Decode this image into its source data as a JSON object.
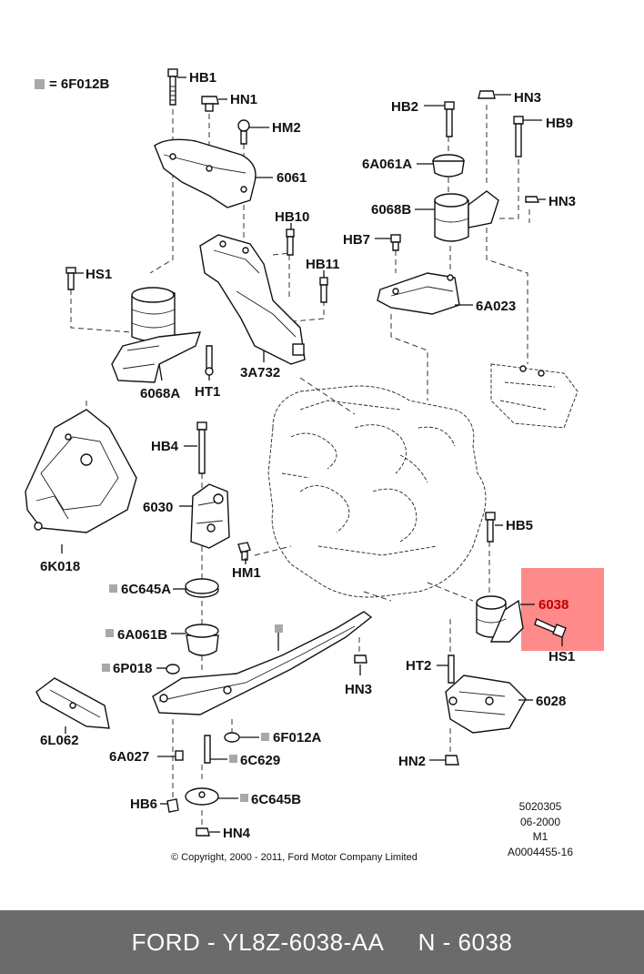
{
  "legend": {
    "text": "= 6F012B",
    "swatch_color": "#a8a8a8"
  },
  "labels": {
    "HB1": "HB1",
    "HN1": "HN1",
    "HM2": "HM2",
    "p6061": "6061",
    "HB10": "HB10",
    "HB11": "HB11",
    "HS1_left": "HS1",
    "p6068A": "6068A",
    "HT1": "HT1",
    "p3A732": "3A732",
    "HB2": "HB2",
    "HN3_top": "HN3",
    "HB9": "HB9",
    "p6A061A": "6A061A",
    "HN3_right": "HN3",
    "p6068B": "6068B",
    "HB7": "HB7",
    "p6A023": "6A023",
    "HB4": "HB4",
    "p6030": "6030",
    "HM1": "HM1",
    "p6K018": "6K018",
    "p6C645A": "6C645A",
    "p6A061B": "6A061B",
    "p6P018": "6P018",
    "HN3_mid": "HN3",
    "p6L062": "6L062",
    "HB5": "HB5",
    "p6038": "6038",
    "HS1_right": "HS1",
    "HT2": "HT2",
    "p6028": "6028",
    "p6F012A": "6F012A",
    "p6A027": "6A027",
    "p6C629": "6C629",
    "HN2": "HN2",
    "HB6": "HB6",
    "p6C645B": "6C645B",
    "HN4": "HN4"
  },
  "highlight_color": "#ff8a8a",
  "info_block": [
    "5020305",
    "06-2000",
    "M1",
    "A0004455-16"
  ],
  "copyright": "© Copyright, 2000 - 2011, Ford Motor Company Limited",
  "footer": {
    "text": "FORD - YL8Z-6038-AA     N - 6038"
  }
}
